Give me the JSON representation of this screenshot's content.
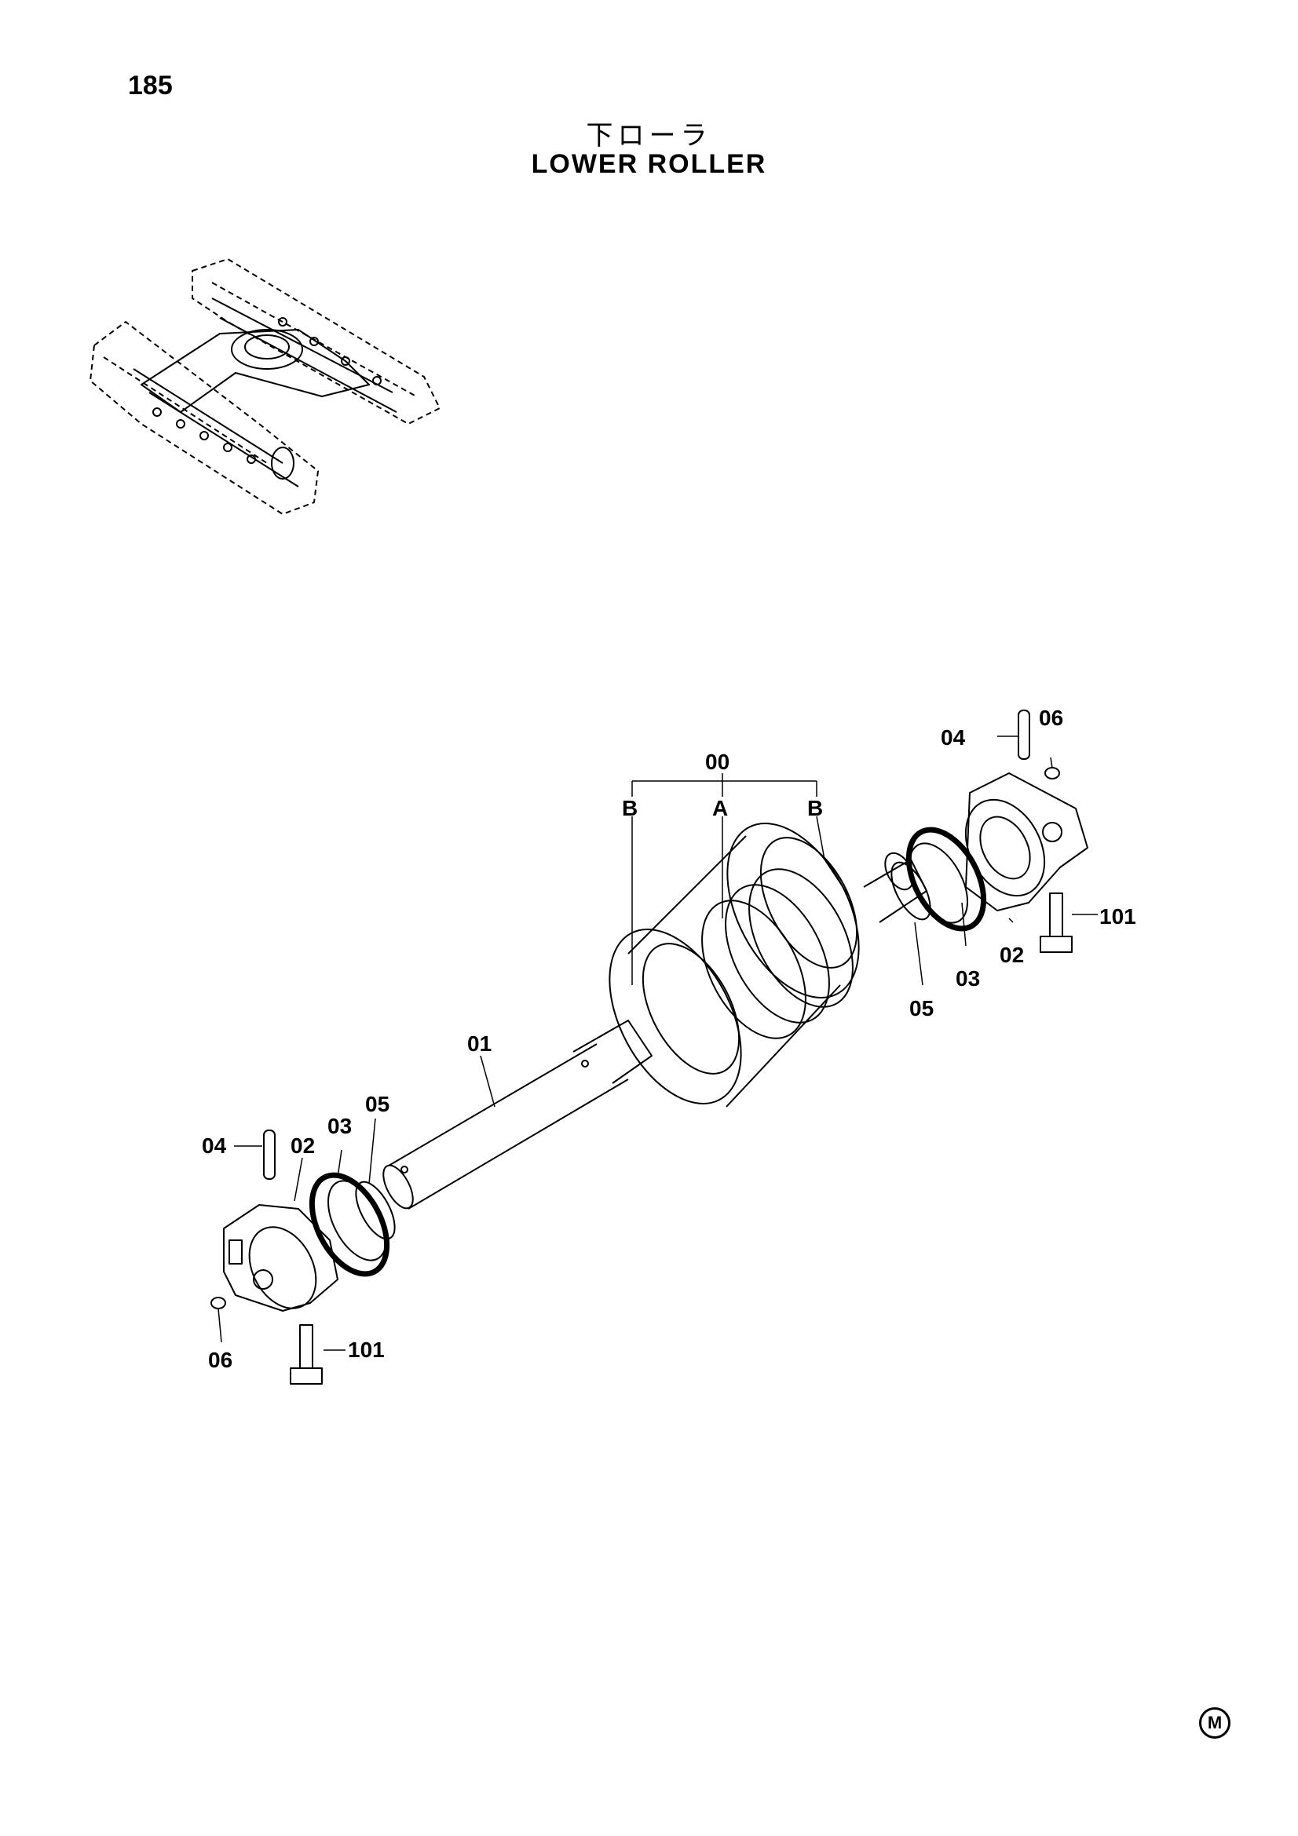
{
  "page_number": "185",
  "title_jp": "下ローラ",
  "title_en": "LOWER ROLLER",
  "mark": "M",
  "callouts": {
    "assembly": "00",
    "group_a": "A",
    "group_b_left": "B",
    "group_b_right": "B",
    "shaft": "01",
    "collar_right": "02",
    "collar_left": "02",
    "seal_right": "03",
    "seal_left": "03",
    "pin_right": "04",
    "pin_left": "04",
    "oring_right": "05",
    "oring_left": "05",
    "plug_right": "06",
    "plug_left": "06",
    "bolt_right": "101",
    "bolt_left": "101"
  }
}
